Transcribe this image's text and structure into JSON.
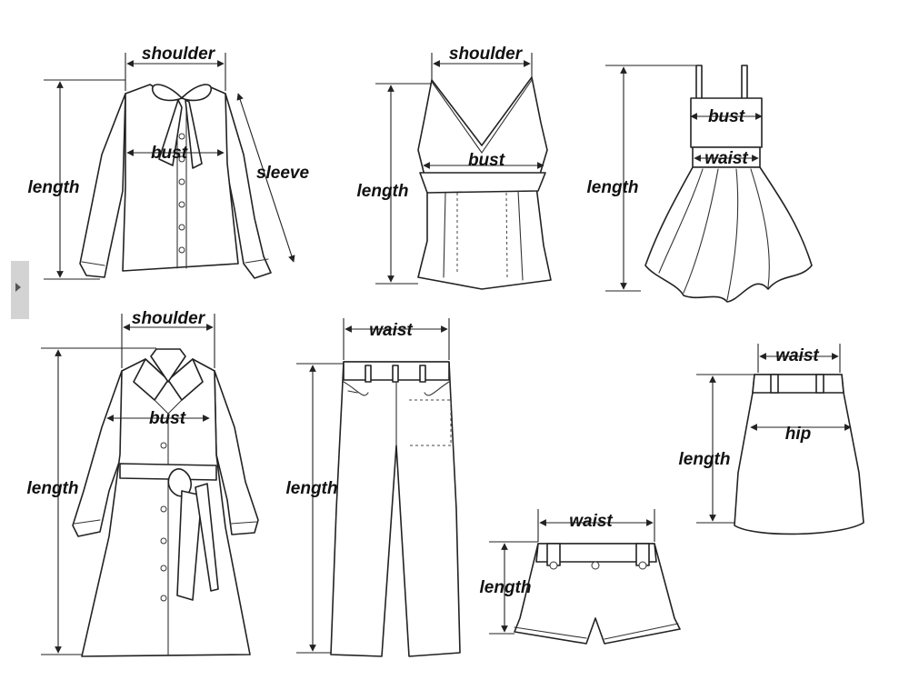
{
  "labels": {
    "blouse": {
      "shoulder": "shoulder",
      "bust": "bust",
      "sleeve": "sleeve",
      "length": "length"
    },
    "vest": {
      "shoulder": "shoulder",
      "bust": "bust",
      "length": "length"
    },
    "dress": {
      "bust": "bust",
      "waist": "waist",
      "length": "length"
    },
    "coat": {
      "shoulder": "shoulder",
      "bust": "bust",
      "length": "length"
    },
    "pants": {
      "waist": "waist",
      "length": "length"
    },
    "shorts": {
      "waist": "waist",
      "length": "length"
    },
    "skirt": {
      "waist": "waist",
      "hip": "hip",
      "length": "length"
    }
  },
  "icons": {
    "side_tab": "chevron-right-icon"
  },
  "colors": {
    "line": "#222222",
    "background": "#ffffff",
    "side_tab": "#d3d3d3"
  }
}
